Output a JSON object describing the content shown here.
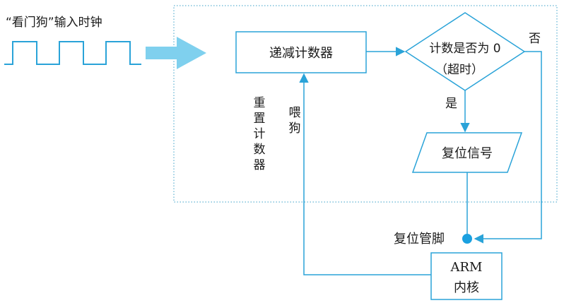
{
  "clock_label": "“看门狗”输入时钟",
  "counter_box": "递减计数器",
  "decision": {
    "line1": "计数是否为 0",
    "line2": "（超时）"
  },
  "no_label": "否",
  "yes_label": "是",
  "reset_signal_box": "复位信号",
  "reset_counter_label": [
    "重",
    "置",
    "计",
    "数",
    "器"
  ],
  "feed_dog_label": [
    "喂",
    "狗"
  ],
  "reset_pin_label": "复位管脚",
  "arm_box": {
    "line1": "ARM",
    "line2": "内核"
  },
  "colors": {
    "line": "#2aa3d8",
    "dot": "#1aa0e0",
    "arrow_fill": "#7fd0ee",
    "dotted_border": "#3aa0c8",
    "box_stroke": "#2aa3d8"
  },
  "icons": {
    "big_arrow": "right-arrow-icon",
    "junction": "junction-dot-icon"
  }
}
